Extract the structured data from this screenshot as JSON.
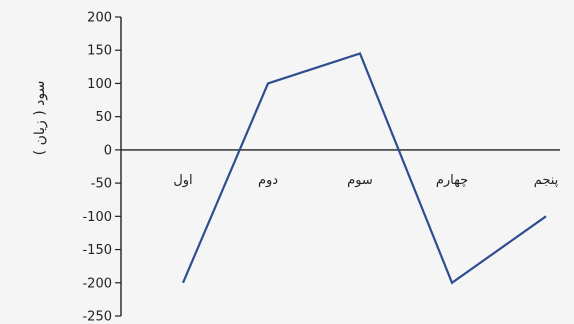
{
  "chart_data": {
    "type": "line",
    "categories": [
      "اول",
      "دوم",
      "سوم",
      "چهارم",
      "پنجم"
    ],
    "values": [
      -200,
      100,
      145,
      -200,
      -100
    ],
    "title": "",
    "xlabel": "",
    "ylabel": "سود ( زیان )",
    "ylim": [
      -250,
      200
    ],
    "yticks": [
      200,
      150,
      100,
      50,
      0,
      -50,
      -100,
      -150,
      -200,
      -250
    ],
    "grid": false,
    "line_color": "#2f4e8f",
    "axis_color": "#222222"
  }
}
